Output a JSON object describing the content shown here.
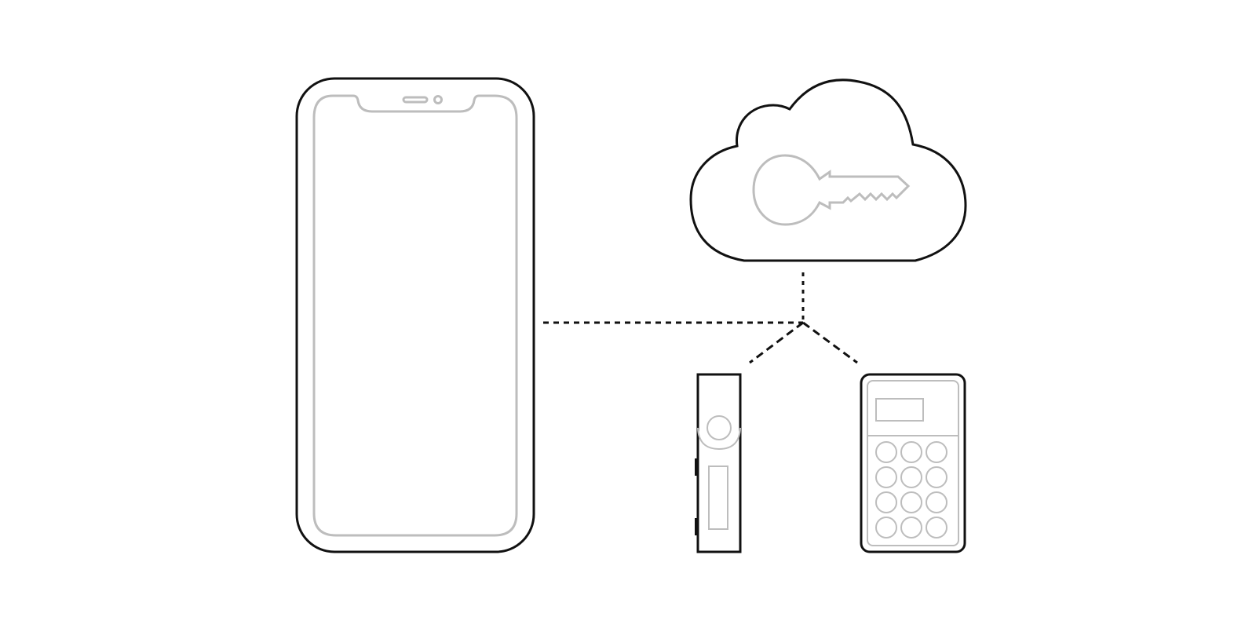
{
  "diagram": {
    "nodes": [
      {
        "id": "phone",
        "icon": "smartphone-icon"
      },
      {
        "id": "cloud",
        "icon": "cloud-key-icon"
      },
      {
        "id": "hardware-wallet-stick",
        "icon": "hardware-wallet-stick-icon"
      },
      {
        "id": "hardware-wallet-keypad",
        "icon": "hardware-wallet-keypad-icon"
      }
    ],
    "edges": [
      {
        "from": "phone",
        "to": "junction",
        "style": "dotted"
      },
      {
        "from": "cloud",
        "to": "junction",
        "style": "dotted"
      },
      {
        "from": "junction",
        "to": "hardware-wallet-stick",
        "style": "dashed"
      },
      {
        "from": "junction",
        "to": "hardware-wallet-keypad",
        "style": "dashed"
      }
    ],
    "colors": {
      "outline": "#111111",
      "detail": "#bdbdbd",
      "background": "#ffffff"
    }
  }
}
